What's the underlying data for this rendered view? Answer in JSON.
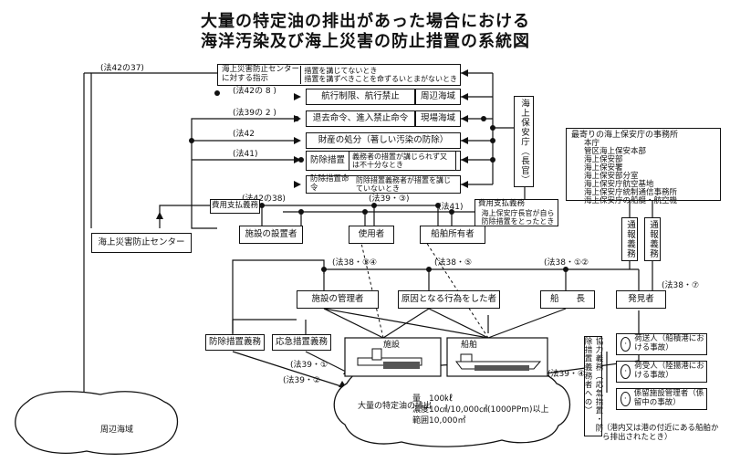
{
  "title": {
    "line1": "大量の特定油の排出があった場合における",
    "line2": "海洋汚染及び海上災害の防止措置の系統図"
  },
  "laws": {
    "l42_37": "(法42の37)",
    "l42_8": "(法42の 8 )",
    "l39_2": "(法39の 2 )",
    "l42": "(法42",
    "l41a": "(法41)",
    "l42_38": "(法42の38)",
    "l39_3": "(法39・③)",
    "l41b": "(法41)",
    "l38_34": "(法38・③④",
    "l38_5": "(法38・⑤",
    "l38_12": "(法38・①②",
    "l38_7": "(法38・⑦",
    "l39_1": "(法39・①",
    "l39_2b": "(法39・②",
    "l39_4": "(法39・④"
  },
  "boxes": {
    "center_instr": "海上災害防止センターに対する指示",
    "center_instr_sub": "措置を講じてないとき\n措置を講ずべきことを命ずるいとまがないとき",
    "navigation": "航行制限、航行禁止",
    "nav_target": "周辺海域",
    "evacuation": "退去命令、進入禁止命令",
    "evac_target": "現場海域",
    "property": "財産の処分（著しい汚染の防除）",
    "prevention": "防除措置",
    "prevention_sub": "義務者の措置が講じられず又は不十分なとき",
    "prevention_order": "防除措置命令",
    "prevention_order_sub": "防除措置義務者が措置を講じていないとき",
    "coast_guard": "海上保安庁（長官）",
    "nearest_office": "最寄りの海上保安庁の事務所",
    "offices": [
      "本庁",
      "管区海上保安本部",
      "海上保安部",
      "海上保安署",
      "海上保安部分室",
      "海上保安庁航空基地",
      "海上保安庁統制通信事務所",
      "海上保安庁の船艇・航空機"
    ],
    "cost_duty": "費用支払義務",
    "cost_duty_r": "費用支払義務",
    "cost_duty_r_sub": "海上保安庁長官が自ら防除措置をとったとき",
    "disaster_center": "海上災害防止センター",
    "facility_owner": "施設の設置者",
    "user": "使用者",
    "ship_owner": "船舶所有者",
    "report_duty1": "通報義務",
    "report_duty2": "通報義務",
    "facility_manager": "施設の管理者",
    "cause_person": "原因となる行為をした者",
    "captain": "船　　長",
    "discoverer": "発見者",
    "prevention_duty": "防除措置義務",
    "emergency_duty": "応急措置義務",
    "facility_pic": "施設",
    "ship_pic": "船舶",
    "coop_duty": "協力義務（応急措置・防除措置義務者への）",
    "shipper": "荷送人（船積港における事故）",
    "consignee": "荷受人（陸揚港における事故）",
    "storage": "係留施設管理者（係留中の事故）",
    "port_note": "（港内又は港の付近にある船舶から排出されたとき）",
    "nearby_sea": "周辺海域"
  },
  "discharge": {
    "label": "大量の特定油の排出",
    "amount": "量　100㎘",
    "concentration": "濃度10㎤/10,000㎤(1000PPm)以上",
    "range": "範囲10,000㎡"
  }
}
